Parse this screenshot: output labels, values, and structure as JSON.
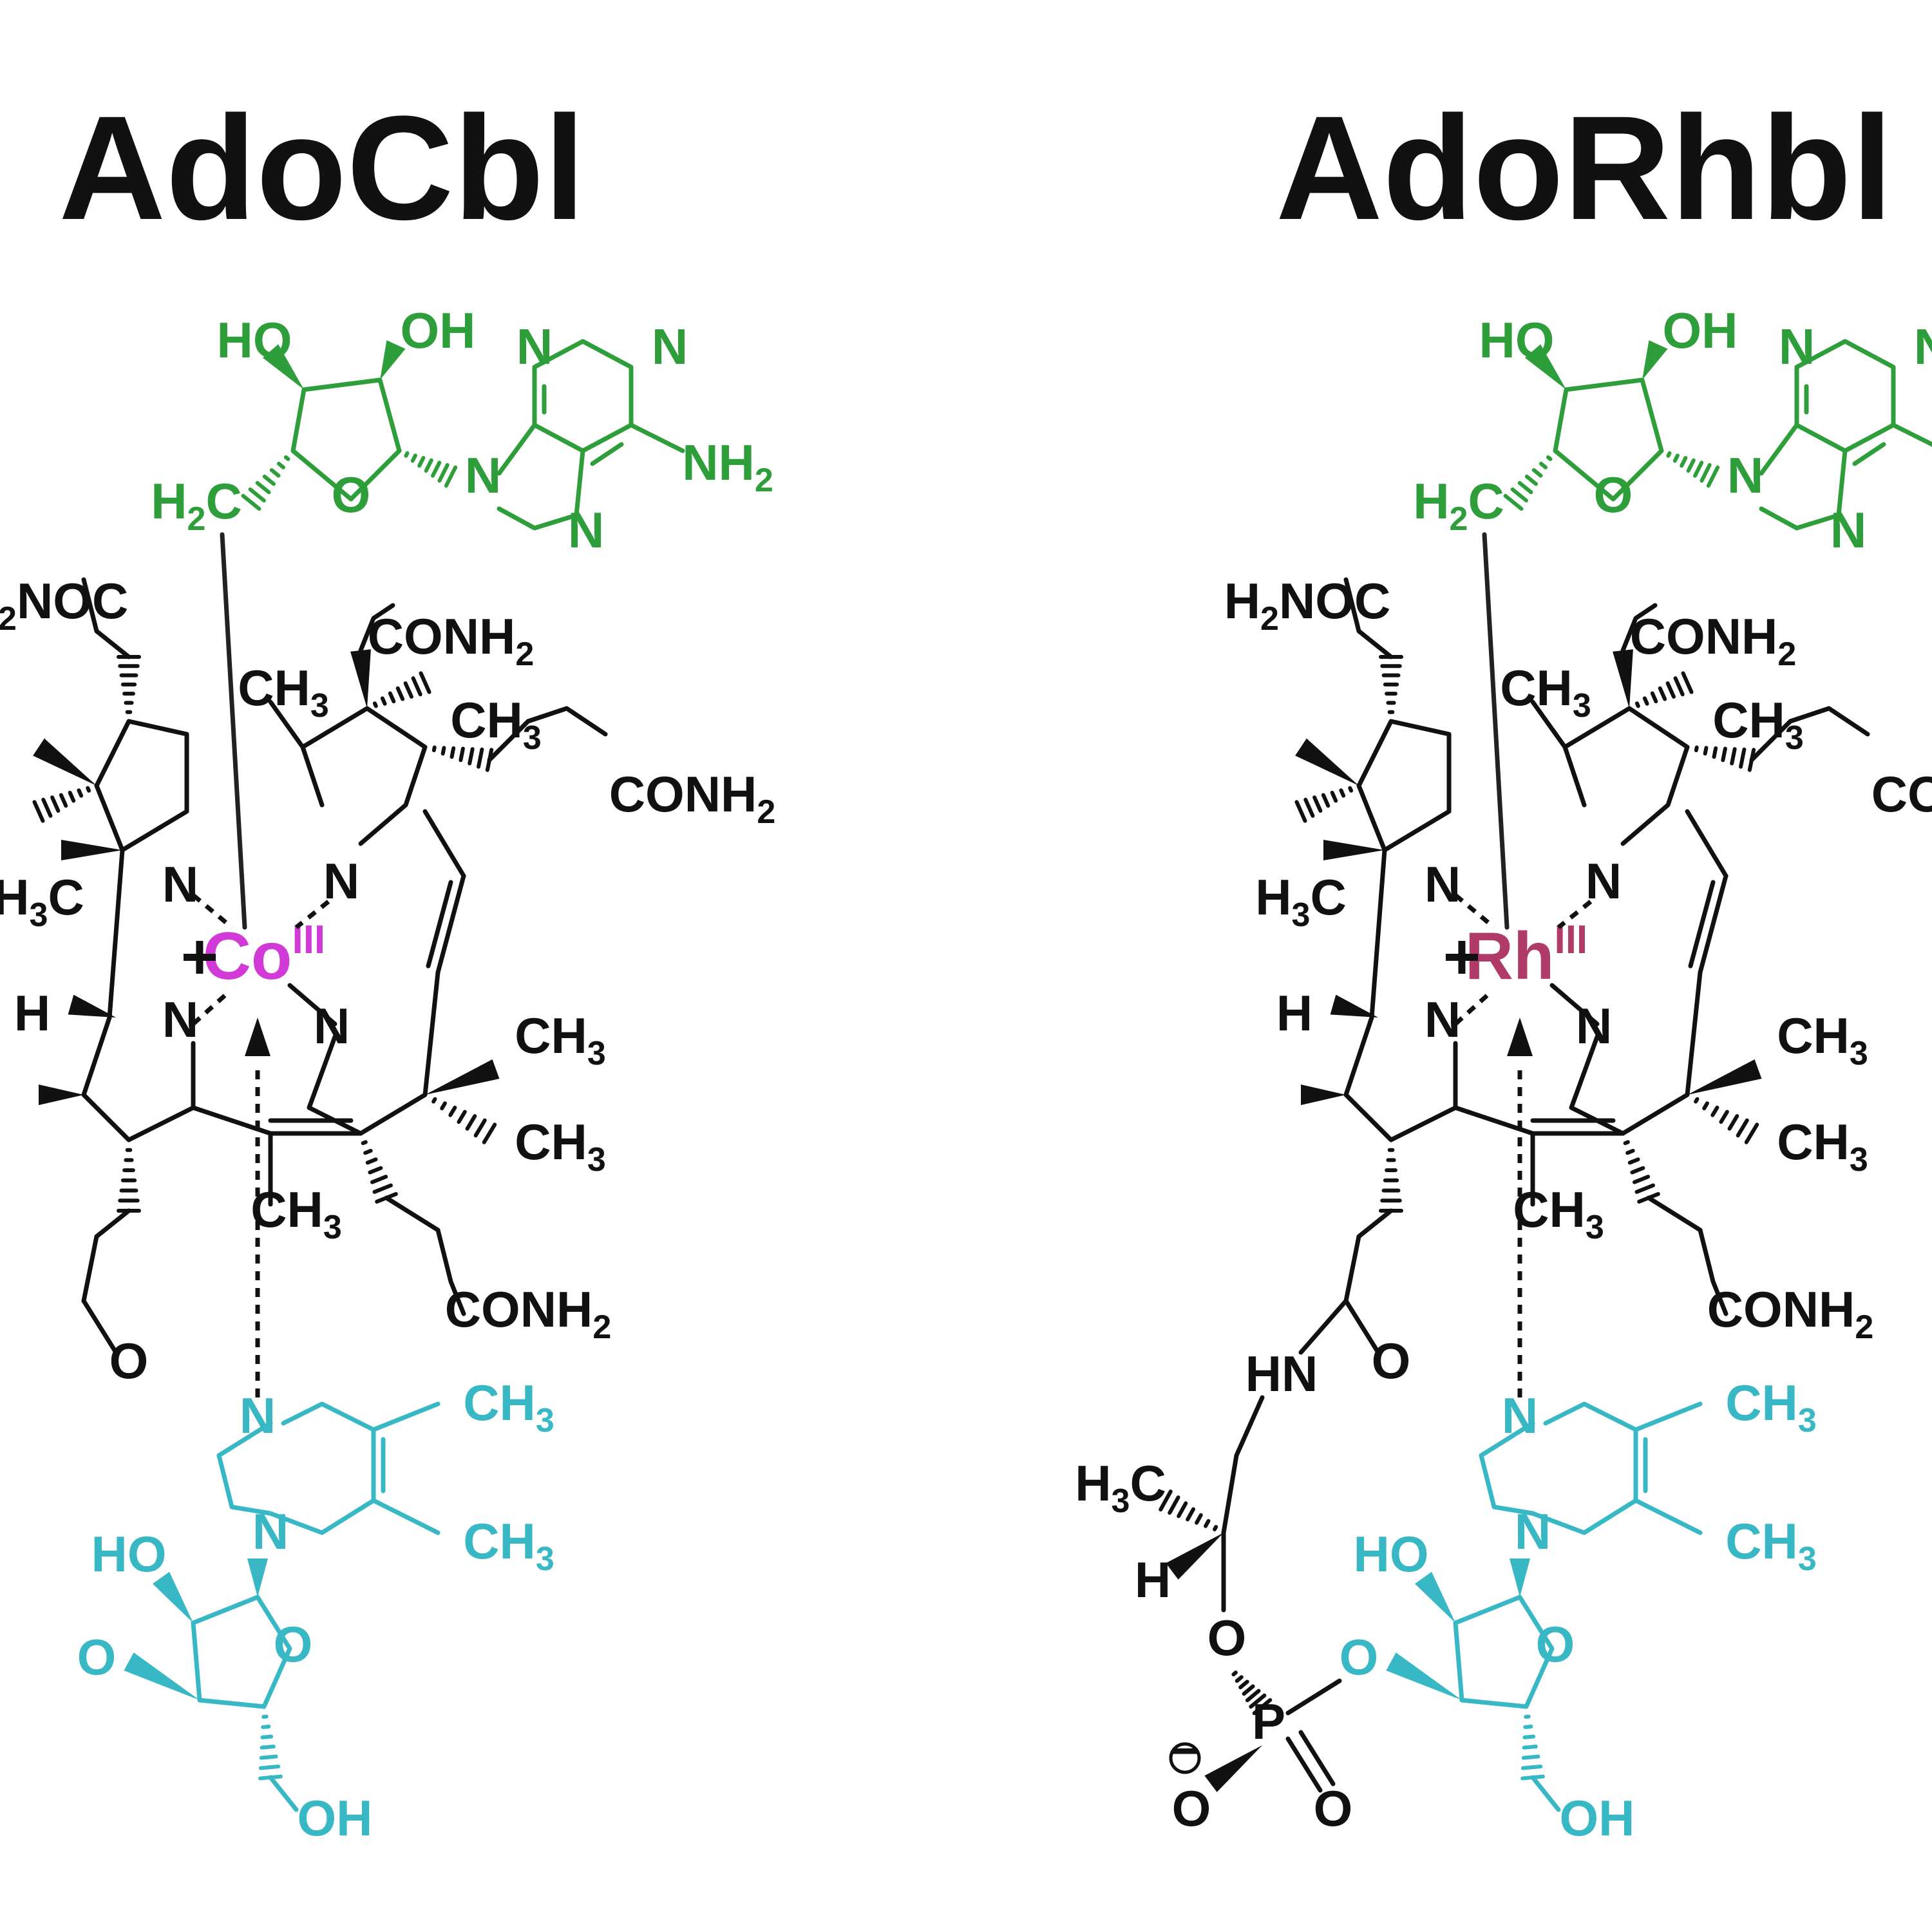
{
  "colors": {
    "corrin": "#111111",
    "adenosyl": "#2e9e3a",
    "nucleotide": "#38b7c4",
    "cobalt": "#d23ad8",
    "rhodium": "#b03a68"
  },
  "panels": [
    {
      "title": "AdoCbl",
      "metal": "Co",
      "oxidation": "III",
      "metal_color": "#d23ad8"
    },
    {
      "title": "AdoRhbl",
      "metal": "Rh",
      "oxidation": "III",
      "metal_color": "#b03a68"
    }
  ],
  "labels": {
    "plus": "+",
    "HO": "HO",
    "OH": "OH",
    "N": "N",
    "O": "O",
    "H": "H",
    "HN": "HN",
    "P": "P",
    "C": "C",
    "NH": "NH",
    "CH": "CH",
    "H2C_H": "H",
    "H2NOC_H": "H",
    "NOC": "NOC",
    "CONH": "CONH",
    "two": "2",
    "three": "3",
    "minus": "−"
  }
}
